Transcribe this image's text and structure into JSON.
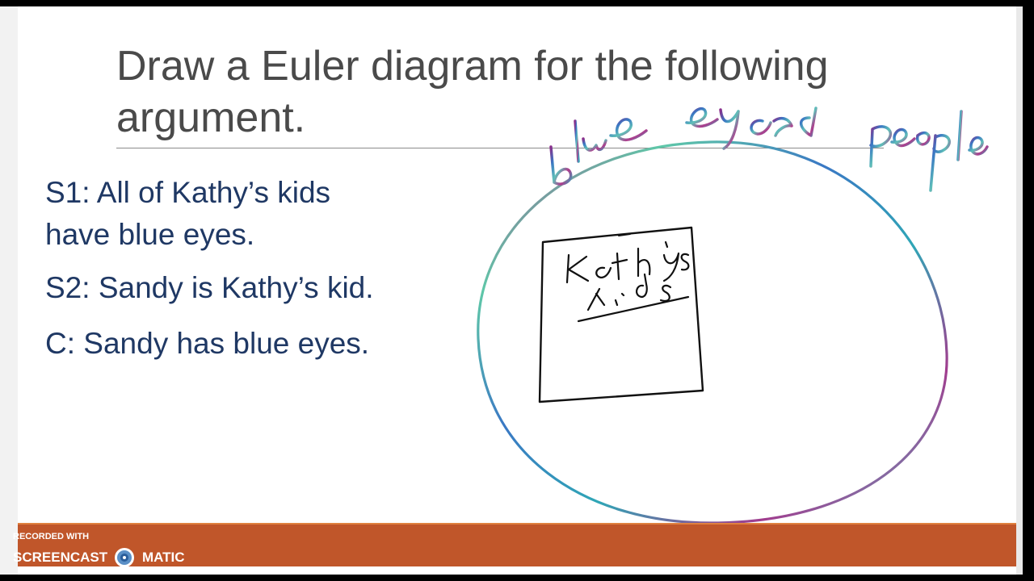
{
  "slide": {
    "title_line_1": "Draw a Euler diagram for the following",
    "title_line_2": "argument.",
    "statements": {
      "s1_line_1": "S1: All of Kathy’s kids",
      "s1_line_2": "have blue eyes.",
      "s2": "S2: Sandy is Kathy’s kid.",
      "c": "C: Sandy has blue eyes."
    }
  },
  "annotations": {
    "outer_set_label": "blue eyed people",
    "inner_set_label": "Kathy's kids"
  },
  "watermark": {
    "recorded_with": "RECORDED WITH",
    "brand_left": "SCREENCAST",
    "brand_right": "MATIC"
  },
  "colors": {
    "title": "#4a4a4a",
    "statement_text": "#1f3864",
    "footer_bar": "#c0562a",
    "ink_black": "#111111"
  }
}
